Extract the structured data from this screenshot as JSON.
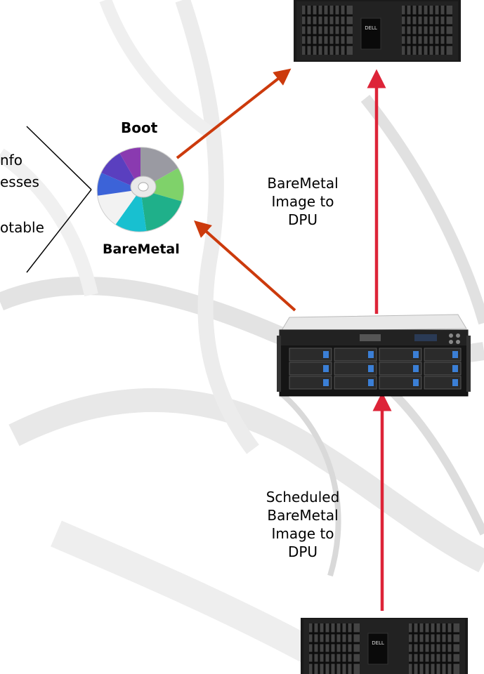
{
  "colors": {
    "arrow_orange": "#cc3a0c",
    "arrow_red": "#dd2438",
    "background": "#ffffff",
    "swirl": "#c9c9c9"
  },
  "labels": {
    "boot": "Boot",
    "baremetal": "BareMetal",
    "left_partial_1": "nfo",
    "left_partial_2": "esses",
    "left_partial_3": "otable",
    "mid_edge_line1": "BareMetal",
    "mid_edge_line2": "Image to",
    "mid_edge_line3": "DPU",
    "bottom_edge_line1": "Scheduled",
    "bottom_edge_line2": "BareMetal",
    "bottom_edge_line3": "Image to",
    "bottom_edge_line4": "DPU",
    "top_device_brand": "DELL",
    "bottom_device_brand": "DELL"
  },
  "icons": {
    "disc": "cd-disc-icon",
    "server": "rack-server-icon",
    "dpu_top": "dpu-appliance-icon",
    "dpu_bottom": "dpu-appliance-icon"
  }
}
